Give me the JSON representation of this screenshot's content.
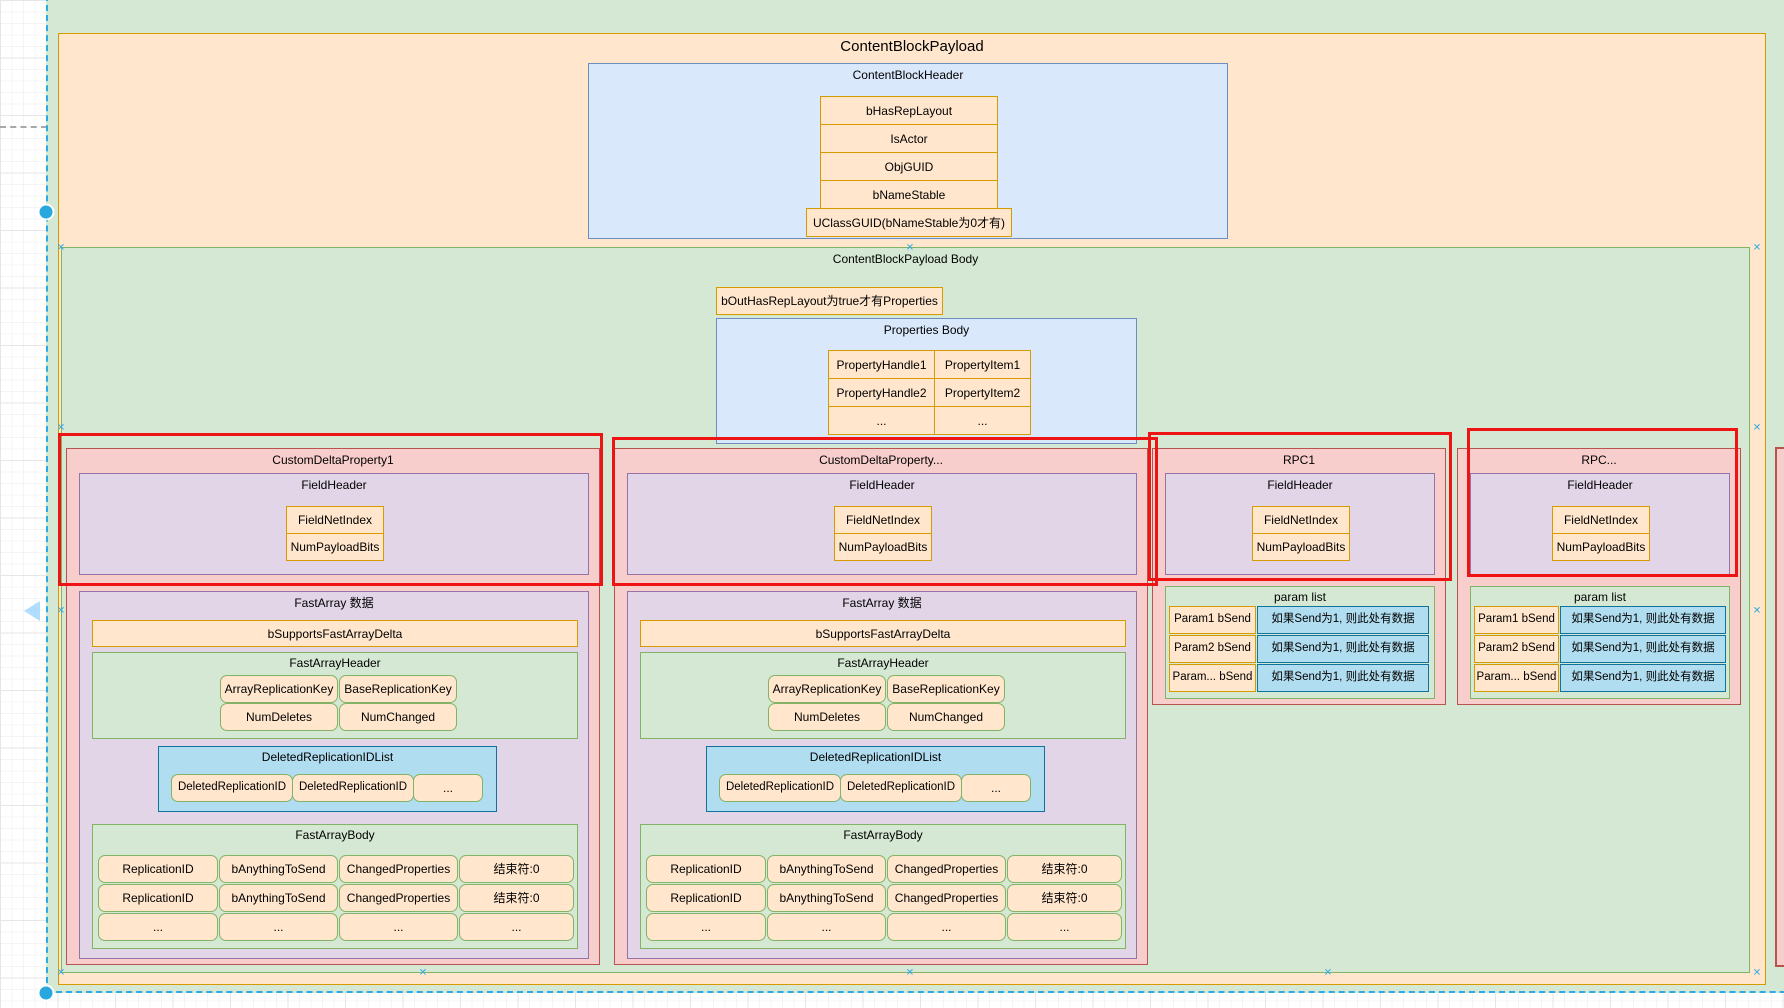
{
  "palette": {
    "orange_fill": "#ffe6cc",
    "orange_stroke": "#d79b00",
    "green_fill": "#d5e8d4",
    "green_stroke": "#82b366",
    "blue_fill": "#dae8fc",
    "blue_stroke": "#6c8ebf",
    "purple_fill": "#e1d5e7",
    "purple_stroke": "#9673a6",
    "pink_fill": "#f8cecc",
    "pink_stroke": "#b85450",
    "cyan_fill": "#b1ddf0",
    "cyan_stroke": "#10739e",
    "highlight_red": "#ee1414",
    "selection_blue": "#29a8e0"
  },
  "diagram": {
    "payload_title": "ContentBlockPayload",
    "content_block_header": {
      "title": "ContentBlockHeader",
      "rows": [
        "bHasRepLayout",
        "IsActor",
        "ObjGUID",
        "bNameStable",
        "UClassGUID(bNameStable为0才有)"
      ]
    },
    "body": {
      "title": "ContentBlockPayload Body",
      "note": "bOutHasRepLayout为true才有Properties",
      "properties": {
        "title": "Properties Body",
        "rows": [
          [
            "PropertyHandle1",
            "PropertyItem1"
          ],
          [
            "PropertyHandle2",
            "PropertyItem2"
          ],
          [
            "...",
            "..."
          ]
        ]
      }
    },
    "custom_delta": [
      {
        "title": "CustomDeltaProperty1",
        "field_header": {
          "title": "FieldHeader",
          "rows": [
            "FieldNetIndex",
            "NumPayloadBits"
          ]
        },
        "fast_array": {
          "title": "FastArray 数据",
          "supports": "bSupportsFastArrayDelta",
          "header": {
            "title": "FastArrayHeader",
            "rows": [
              [
                "ArrayReplicationKey",
                "BaseReplicationKey"
              ],
              [
                "NumDeletes",
                "NumChanged"
              ]
            ]
          },
          "deleted": {
            "title": "DeletedReplicationIDList",
            "cells": [
              "DeletedReplicationID",
              "DeletedReplicationID",
              "..."
            ]
          },
          "body": {
            "title": "FastArrayBody",
            "rows": [
              [
                "ReplicationID",
                "bAnythingToSend",
                "ChangedProperties",
                "结束符:0"
              ],
              [
                "ReplicationID",
                "bAnythingToSend",
                "ChangedProperties",
                "结束符:0"
              ],
              [
                "...",
                "...",
                "...",
                "..."
              ]
            ]
          }
        }
      },
      {
        "title": "CustomDeltaProperty...",
        "field_header": {
          "title": "FieldHeader",
          "rows": [
            "FieldNetIndex",
            "NumPayloadBits"
          ]
        },
        "fast_array": {
          "title": "FastArray 数据",
          "supports": "bSupportsFastArrayDelta",
          "header": {
            "title": "FastArrayHeader",
            "rows": [
              [
                "ArrayReplicationKey",
                "BaseReplicationKey"
              ],
              [
                "NumDeletes",
                "NumChanged"
              ]
            ]
          },
          "deleted": {
            "title": "DeletedReplicationIDList",
            "cells": [
              "DeletedReplicationID",
              "DeletedReplicationID",
              "..."
            ]
          },
          "body": {
            "title": "FastArrayBody",
            "rows": [
              [
                "ReplicationID",
                "bAnythingToSend",
                "ChangedProperties",
                "结束符:0"
              ],
              [
                "ReplicationID",
                "bAnythingToSend",
                "ChangedProperties",
                "结束符:0"
              ],
              [
                "...",
                "...",
                "...",
                "..."
              ]
            ]
          }
        }
      }
    ],
    "rpc": [
      {
        "title": "RPC1",
        "field_header": {
          "title": "FieldHeader",
          "rows": [
            "FieldNetIndex",
            "NumPayloadBits"
          ]
        },
        "param_list": {
          "title": "param list",
          "rows": [
            [
              "Param1 bSend",
              "如果Send为1, 则此处有数据"
            ],
            [
              "Param2 bSend",
              "如果Send为1, 则此处有数据"
            ],
            [
              "Param... bSend",
              "如果Send为1, 则此处有数据"
            ]
          ]
        }
      },
      {
        "title": "RPC...",
        "field_header": {
          "title": "FieldHeader",
          "rows": [
            "FieldNetIndex",
            "NumPayloadBits"
          ]
        },
        "param_list": {
          "title": "param list",
          "rows": [
            [
              "Param1 bSend",
              "如果Send为1, 则此处有数据"
            ],
            [
              "Param2 bSend",
              "如果Send为1, 则此处有数据"
            ],
            [
              "Param... bSend",
              "如果Send为1, 则此处有数据"
            ]
          ]
        }
      }
    ]
  }
}
